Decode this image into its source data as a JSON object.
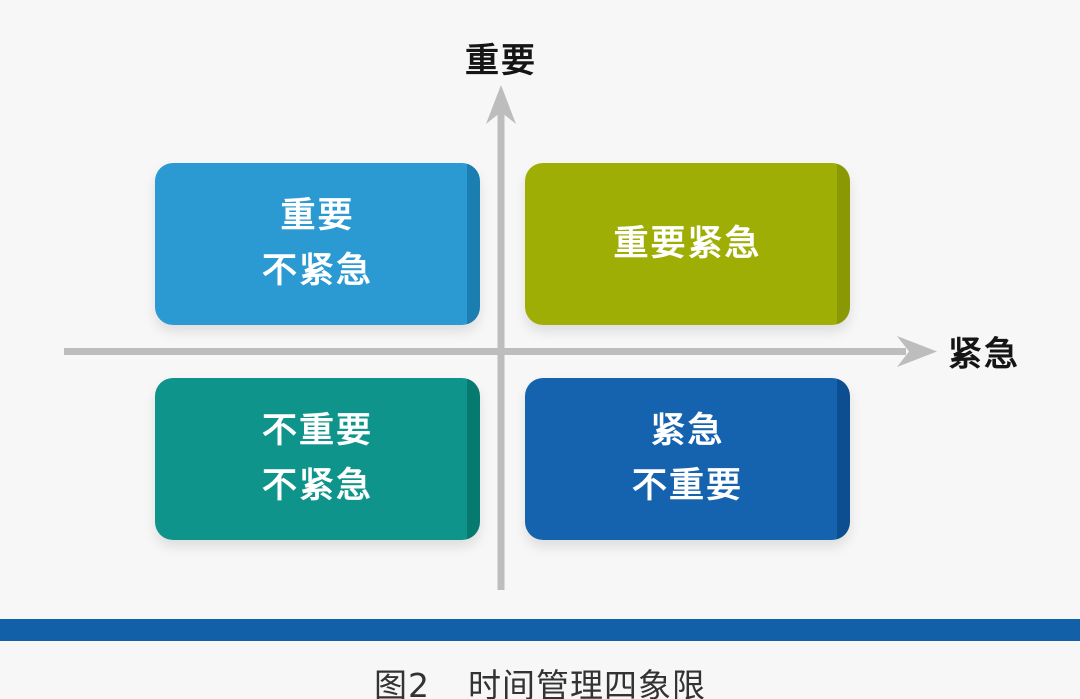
{
  "background_color": "#f7f7f7",
  "axes": {
    "vertical_label": "重要",
    "horizontal_label": "紧急",
    "color": "#bdbdbd",
    "label_color": "#151515"
  },
  "quadrants": [
    {
      "position": "top-left",
      "lines": [
        "重要",
        "不紧急"
      ],
      "fill": "#2b9ad3",
      "edge": "#1b7eb1",
      "text_color": "#ffffff"
    },
    {
      "position": "top-right",
      "lines": [
        "重要紧急",
        ""
      ],
      "fill": "#9fae04",
      "edge": "#8a9803",
      "text_color": "#ffffff"
    },
    {
      "position": "bottom-left",
      "lines": [
        "不重要",
        "不紧急"
      ],
      "fill": "#0e948a",
      "edge": "#077a70",
      "text_color": "#ffffff"
    },
    {
      "position": "bottom-right",
      "lines": [
        "紧急",
        "不重要"
      ],
      "fill": "#1563ae",
      "edge": "#0c4e90",
      "text_color": "#ffffff"
    }
  ],
  "footer": {
    "bar_color": "#1160a8",
    "caption_label": "图2",
    "caption_title": "时间管理四象限",
    "caption_color": "#333333"
  }
}
